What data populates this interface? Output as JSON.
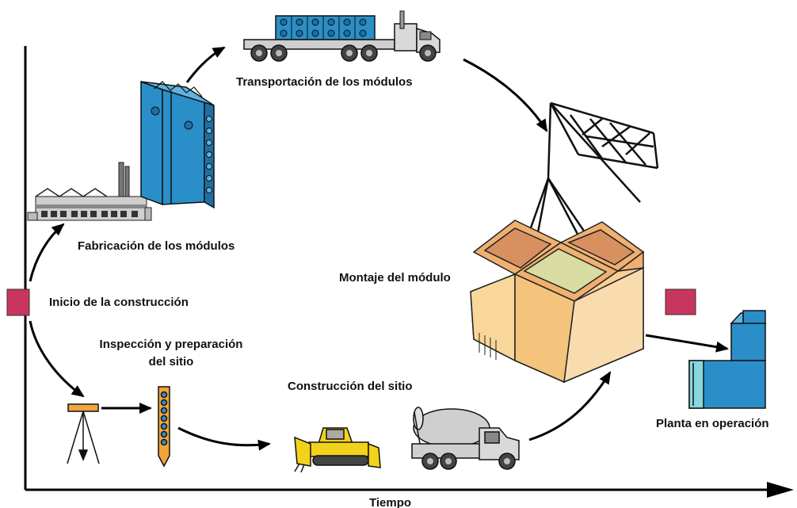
{
  "labels": {
    "transport": "Transportación de los módulos",
    "fabrication": "Fabricación de los módulos",
    "start": "Inicio de la construcción",
    "inspection_line1": "Inspección y preparación",
    "inspection_line2": "del sitio",
    "site_construction": "Construcción del sitio",
    "assembly": "Montaje del módulo",
    "plant": "Planta en operación",
    "time_axis": "Tiempo"
  },
  "colors": {
    "marker": "#c8365f",
    "module_blue": "#2a8fc9",
    "building_tan": "#f5c98a",
    "crane": "#111111",
    "bulldozer": "#f2d21a"
  },
  "icons": [
    "factory-icon",
    "module-panel-icon",
    "truck-icon",
    "crane-icon",
    "building-module-icon",
    "surveyor-tripod-icon",
    "survey-stake-icon",
    "bulldozer-icon",
    "cement-mixer-icon",
    "plant-icon"
  ]
}
